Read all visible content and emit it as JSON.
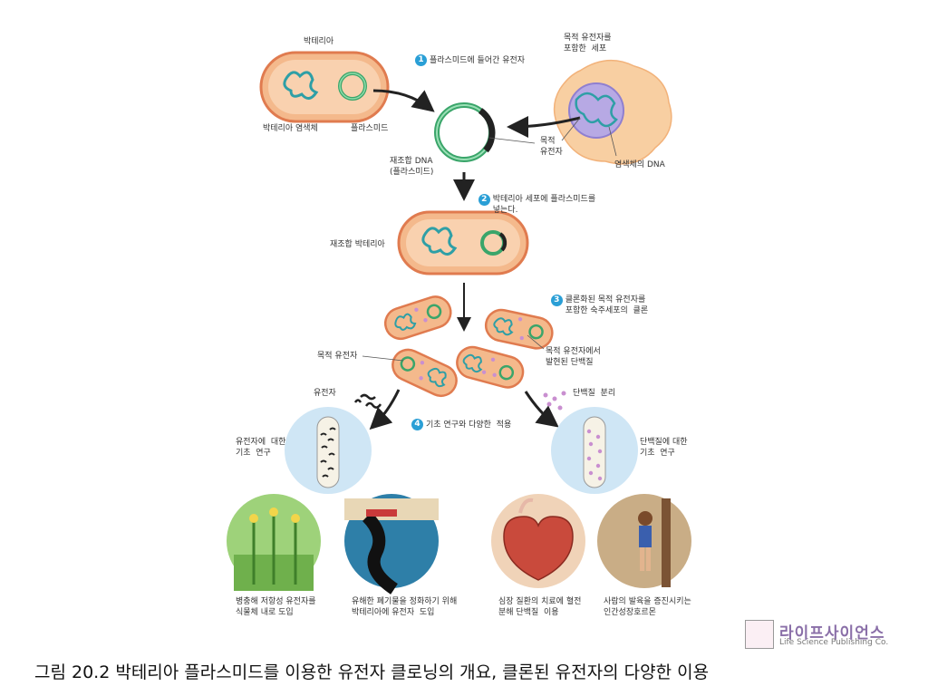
{
  "labels": {
    "bacteria": "박테리아",
    "bacterial_chromosome": "박테리아 염색체",
    "plasmid": "플라스미드",
    "cell_with_gene": "목적 유전자를\n포함한  세포",
    "chromosome_dna": "염색체의 DNA",
    "target_gene_short": "목적\n유전자",
    "recombinant_dna": "재조합 DNA\n(플라스미드)",
    "recombinant_bacteria": "재조합 박테리아",
    "target_gene": "목적 유전자",
    "protein_expressed": "목적 유전자에서\n발현된 단백질",
    "gene": "유전자",
    "protein_isolation": "단백질  분리",
    "basic_research_gene": "유전자에  대한\n기초  연구",
    "basic_research_protein": "단백질에 대한\n기초  연구",
    "app_plant": "병충해 저항성 유전자를\n식물체 내로 도입",
    "app_oil": "유해한 폐기물을 정화하기 위해\n박테리아에 유전자  도입",
    "app_heart": "심장 질환의 치료에 혈전\n분해 단백질  이용",
    "app_growth": "사람의 발육을 증진시키는\n인간성장호르몬"
  },
  "steps": [
    {
      "num": "1",
      "text": "플라스미드에 들어간 유전자"
    },
    {
      "num": "2",
      "text": "박테리아 세포에 플라스미드를\n넣는다."
    },
    {
      "num": "3",
      "text": "클론화된 목적 유전자를\n포함한 숙주세포의  클론"
    },
    {
      "num": "4",
      "text": "기초 연구와 다양한  적용"
    }
  ],
  "caption": "그림 20.2  박테리아 플라스미드를 이용한 유전자 클로닝의 개요, 클론된 유전자의 다양한 이용",
  "publisher": {
    "name_ko": "라이프사이언스",
    "name_en": "Life Science Publishing Co."
  },
  "colors": {
    "cell_fill": "#f4b98c",
    "cell_border": "#e07b4f",
    "dna": "#2e9fa6",
    "plasmid": "#6cc28c",
    "step_badge": "#2a9fd6",
    "protein_dot": "#c98fd0"
  }
}
